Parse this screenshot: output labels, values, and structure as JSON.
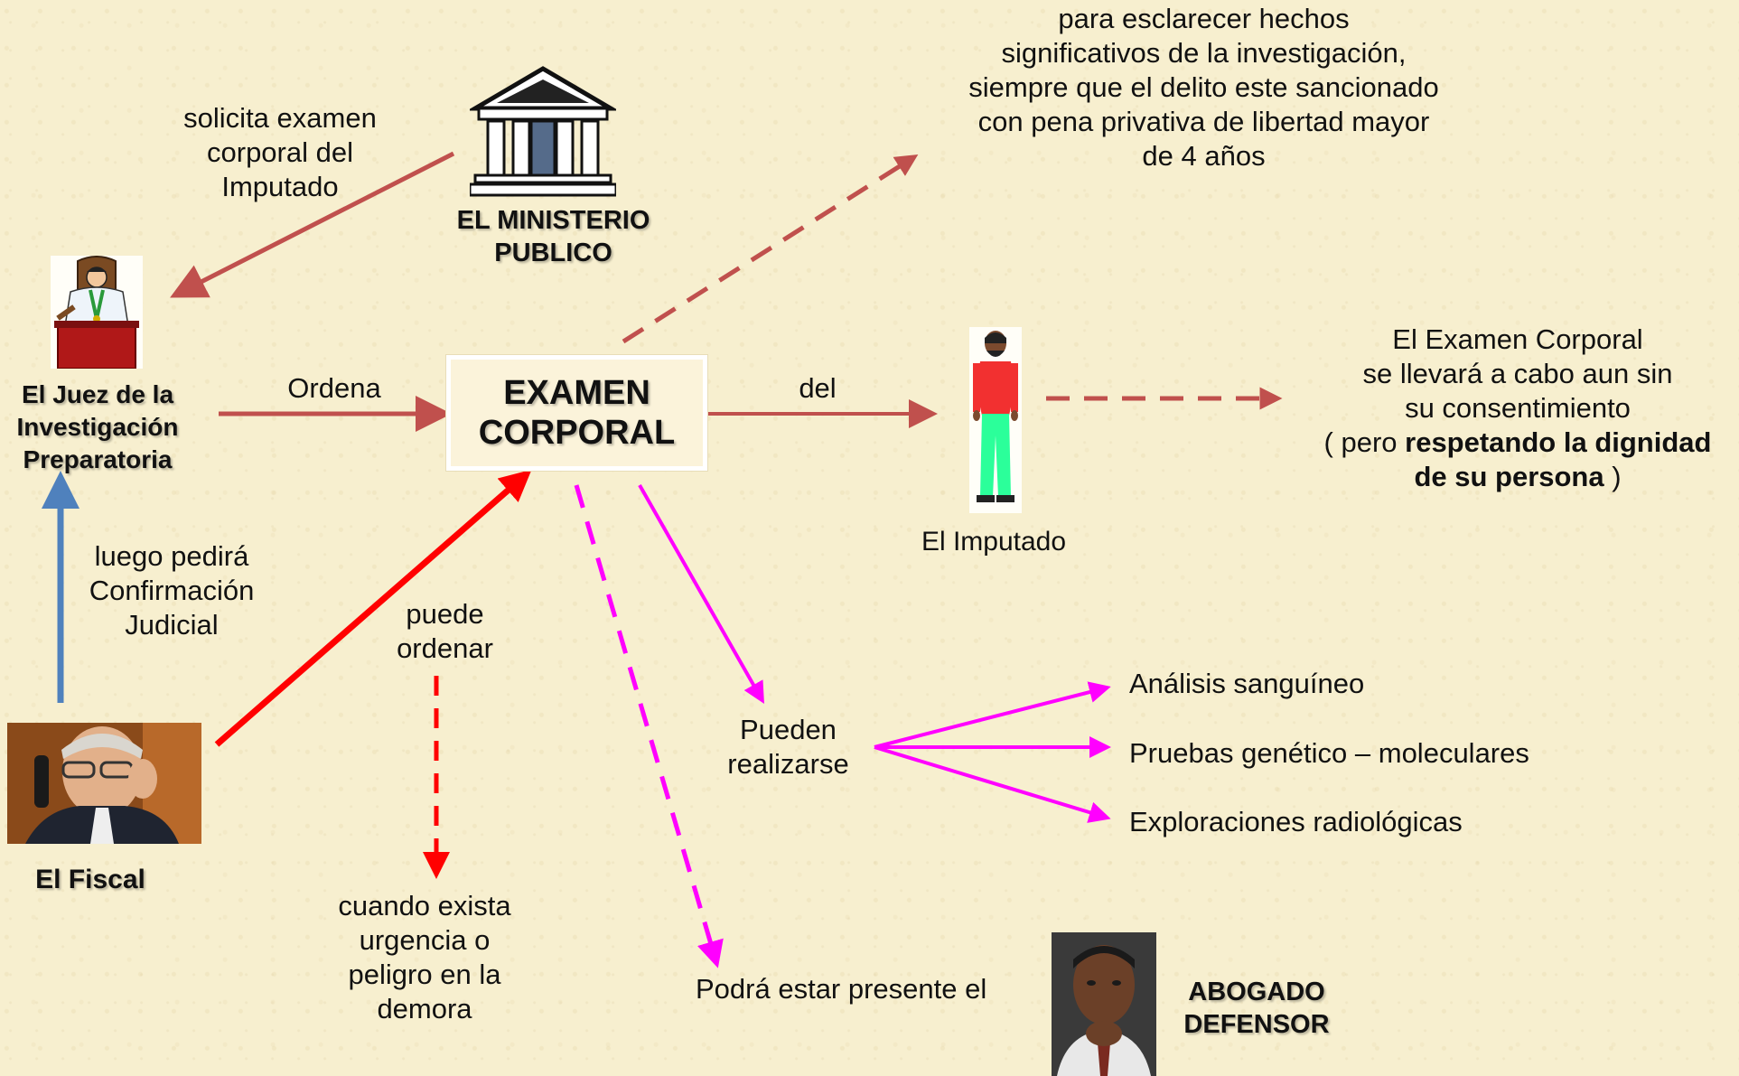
{
  "nodes": {
    "examen": "EXAMEN\nCORPORAL",
    "ministerio": "EL MINISTERIO\nPUBLICO",
    "juez": "El Juez de la\nInvestigación\nPreparatoria",
    "fiscal": "El Fiscal",
    "imputado": "El Imputado",
    "abogado": "ABOGADO\nDEFENSOR"
  },
  "labels": {
    "solicita": "solicita examen\ncorporal del\nImputado",
    "ordena": "Ordena",
    "del": "del",
    "luego": "luego pedirá\nConfirmación\nJudicial",
    "puede_ordenar": "puede\nordenar",
    "urgencia": "cuando exista\nurgencia o\npeligro en la\ndemora",
    "pueden": "Pueden\nrealizarse",
    "podra": "Podrá estar presente el",
    "condicion": "para esclarecer hechos\nsignificativos de la investigación,\nsiempre que el delito este sancionado\ncon pena privativa de libertad mayor\nde 4 años",
    "consentimiento_intro": "El Examen Corporal\nse llevará a cabo aun sin\nsu consentimiento",
    "consentimiento_open": "( pero ",
    "consentimiento_bold": "respetando la dignidad\nde su persona",
    "consentimiento_close": " )"
  },
  "pruebas": [
    "Análisis sanguíneo",
    "Pruebas genético – moleculares",
    "Exploraciones radiológicas"
  ],
  "colors": {
    "brown_arrow": "#c0504d",
    "blue_arrow": "#4f81bd",
    "red_arrow": "#ff0000",
    "magenta_arrow": "#ff00ff",
    "background": "#f7efcf"
  },
  "icons": [
    "courthouse-icon",
    "judge-icon",
    "imputado-figure-icon",
    "fiscal-photo",
    "abogado-photo"
  ]
}
